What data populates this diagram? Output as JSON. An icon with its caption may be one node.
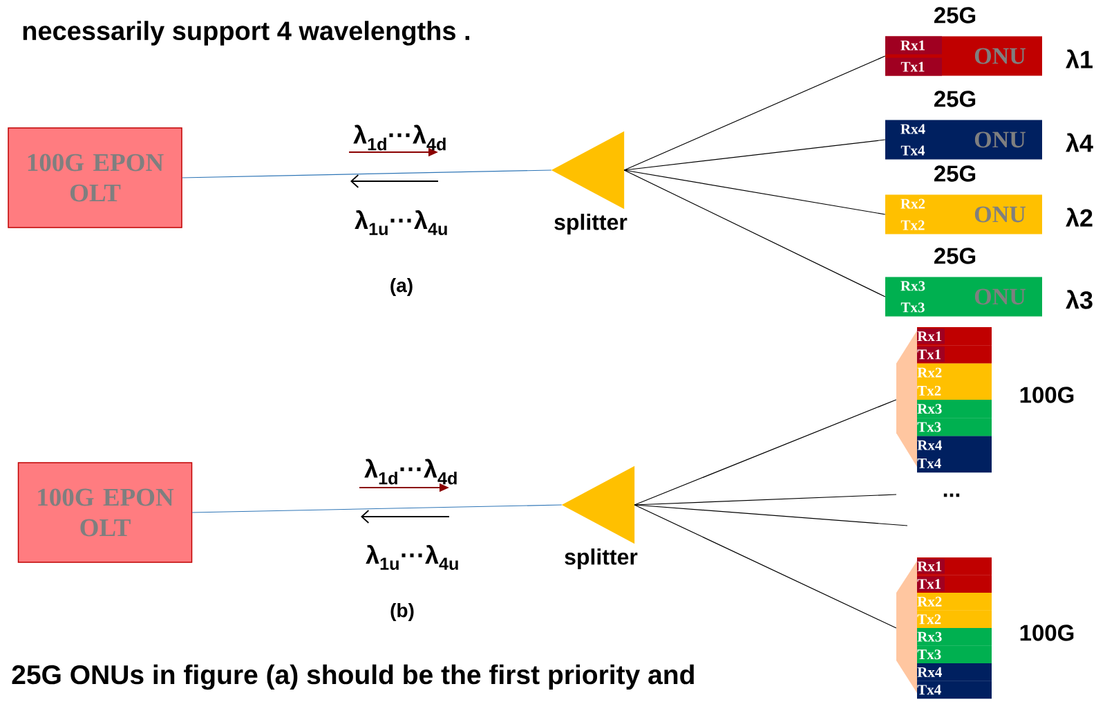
{
  "diagram": {
    "nodes": [
      {
        "text": [
          "100G EPON OLT"
        ]
      },
      {
        "text": [],
        "shape": "triangle",
        "beside": [
          "splitter"
        ]
      },
      {
        "text": [
          "Rx1",
          "Tx1",
          "ONU"
        ],
        "beside": [
          "25G",
          "λ1"
        ]
      },
      {
        "text": [
          "Rx4",
          "Tx4",
          "ONU"
        ],
        "beside": [
          "25G",
          "λ4"
        ]
      },
      {
        "text": [
          "Rx2",
          "Tx2",
          "ONU"
        ],
        "beside": [
          "25G",
          "λ2"
        ]
      },
      {
        "text": [
          "Rx3",
          "Tx3",
          "ONU"
        ],
        "beside": [
          "25G",
          "λ3"
        ]
      },
      {
        "text": [
          "100G EPON OLT"
        ]
      },
      {
        "text": [],
        "shape": "triangle",
        "beside": [
          "splitter"
        ]
      },
      {
        "text": [
          "Rx1",
          "Tx1",
          "Rx2",
          "Tx2",
          "Rx3",
          "Tx3",
          "Rx4",
          "Tx4"
        ],
        "beside": [
          "100G"
        ]
      },
      {
        "text": [
          "Rx1",
          "Tx1",
          "Rx2",
          "Tx2",
          "Rx3",
          "Tx3",
          "Rx4",
          "Tx4"
        ],
        "beside": [
          "100G"
        ]
      }
    ],
    "edges": [
      {
        "from": 0,
        "to": 1,
        "arrow": "none",
        "color": "#2e75b6"
      },
      {
        "from": 1,
        "to": 2,
        "arrow": "none"
      },
      {
        "from": 1,
        "to": 3,
        "arrow": "none"
      },
      {
        "from": 1,
        "to": 4,
        "arrow": "none"
      },
      {
        "from": 1,
        "to": 5,
        "arrow": "none"
      },
      {
        "from": 6,
        "to": 7,
        "arrow": "none",
        "color": "#2e75b6"
      },
      {
        "from": 7,
        "to": 8,
        "arrow": "none"
      },
      {
        "from": 7,
        "to": null,
        "arrow": "none"
      },
      {
        "from": 7,
        "to": null,
        "arrow": "none"
      },
      {
        "from": 7,
        "to": 9,
        "arrow": "none"
      }
    ],
    "labels": [
      "necessarily support 4 wavelengths .",
      "λ$_{1d}$···λ$_{4d}$",
      "λ$_{1u}$···λ$_{4u}$",
      "(a)",
      "λ$_{1d}$···λ$_{4d}$",
      "λ$_{1u}$···λ$_{4u}$",
      "(b)",
      "...",
      "25G ONUs in figure (a) should be the first priority and"
    ]
  }
}
